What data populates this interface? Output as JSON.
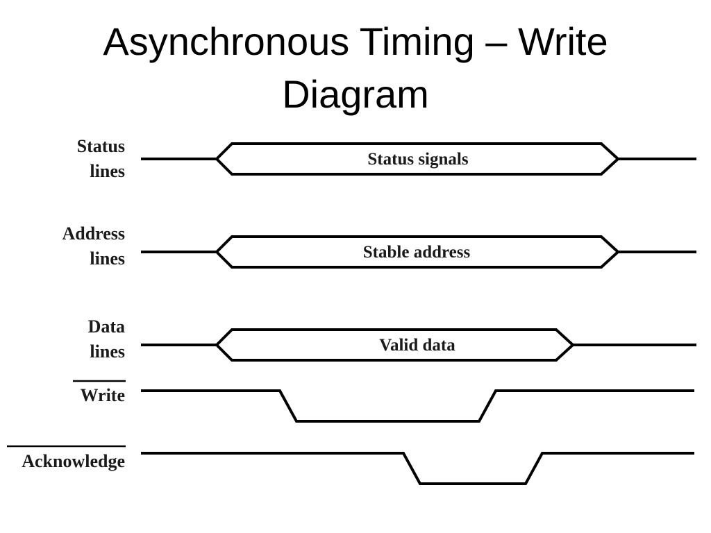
{
  "slide": {
    "title_line1": "Asynchronous Timing – Write",
    "title_line2": "Diagram"
  },
  "signals": {
    "status": {
      "label_line1": "Status",
      "label_line2": "lines",
      "bus_text": "Status signals"
    },
    "address": {
      "label_line1": "Address",
      "label_line2": "lines",
      "bus_text": "Stable address"
    },
    "data": {
      "label_line1": "Data",
      "label_line2": "lines",
      "bus_text": "Valid data"
    },
    "write": {
      "label": "Write",
      "active_low": true
    },
    "acknowledge": {
      "label": "Acknowledge",
      "active_low": true
    }
  }
}
